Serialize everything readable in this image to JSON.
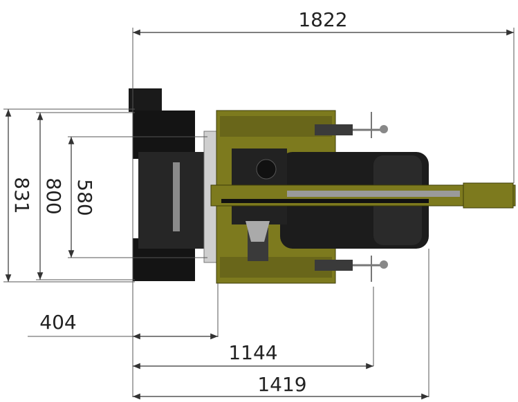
{
  "dimensions": {
    "overall_length": "1822",
    "overall_width": "831",
    "track_width": "800",
    "inner_width": "580",
    "front_offset": "404",
    "mid_length": "1144",
    "body_length": "1419"
  },
  "colors": {
    "body": "#7d7a1e",
    "body_dark": "#55530f",
    "tracks": "#141414",
    "cab": "#1c1c1c",
    "background": "#ffffff"
  }
}
